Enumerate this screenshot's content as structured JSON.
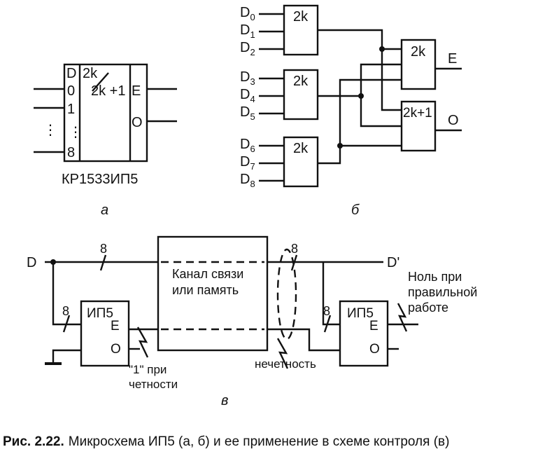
{
  "a": {
    "pins_left": [
      "D",
      "0",
      "1",
      "⋮",
      "8"
    ],
    "func_top": "2k",
    "func_bottom": "2k +1",
    "out_e": "E",
    "out_o": "O",
    "chip_name": "КР1533ИП5",
    "label": "а"
  },
  "b": {
    "inputs": [
      "D",
      "D",
      "D",
      "D",
      "D",
      "D",
      "D",
      "D",
      "D"
    ],
    "input_subs": [
      "0",
      "1",
      "2",
      "3",
      "4",
      "5",
      "6",
      "7",
      "8"
    ],
    "gate1": "2k",
    "gate2": "2k",
    "gate3": "2k",
    "gate_e": "2k",
    "gate_o": "2k+1",
    "out_e": "E",
    "out_o": "O",
    "label": "б"
  },
  "c": {
    "input_d": "D",
    "output_d": "D'",
    "bus_width": "8",
    "channel_line1": "Канал связи",
    "channel_line2": "или память",
    "chip_left": "ИП5",
    "chip_right": "ИП5",
    "pin_e": "E",
    "pin_o": "O",
    "parity_line1": "\"1\" при",
    "parity_line2": "четности",
    "odd_parity": "нечетность",
    "zero_line1": "Ноль при",
    "zero_line2": "правильной",
    "zero_line3": "работе",
    "label": "в"
  },
  "caption": {
    "prefix": "Рис. 2.22.",
    "text": "Микросхема ИП5 (а, б) и ее применение в схеме контроля (в)"
  }
}
